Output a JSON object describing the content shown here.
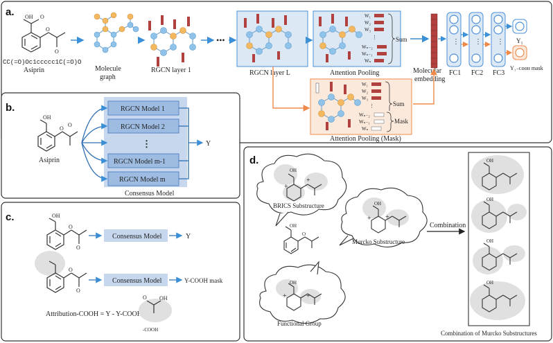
{
  "panel_a": {
    "label": "a.",
    "smiles": "CC(=O)Oc1ccccc1C(=O)O",
    "name": "Asiprin",
    "molecule_graph": [
      "Molecule",
      "graph"
    ],
    "rgcn_layer_1": "RGCN layer 1",
    "ellipsis": "•••",
    "rgcn_layer_l": "RGCN layer L",
    "attention_pooling": "Attention Pooling",
    "attention_pooling_mask": "Attention Pooling (Mask)",
    "sum": "Sum",
    "mask": "Mask",
    "weights_top": [
      "W₁",
      "W₂",
      "W₃",
      "Wₙ₋₂",
      "Wₙ₋₁",
      "Wₙ"
    ],
    "weights_bottom": [
      "W₁",
      "W₂",
      "W₃",
      "Wₙ₋₂",
      "Wₙ₋₁",
      "Wₙ"
    ],
    "molecular_embedding": [
      "Molecular",
      "embedding"
    ],
    "fc1": "FC1",
    "fc2": "FC2",
    "fc3": "FC3",
    "y1": "Y₁",
    "y_mask": "Y₁₋ᴄᴏᴏʜ mask"
  },
  "panel_b": {
    "label": "b.",
    "molecule_name": "Asiprin",
    "models": [
      "RGCN Model 1",
      "RGCN Model 2",
      "⋮",
      "RGCN Model m-1",
      "RGCN Model m"
    ],
    "output": "Y",
    "caption": "Consensus Model"
  },
  "panel_c": {
    "label": "c.",
    "consensus_1": "Consensus Model",
    "consensus_2": "Consensus Model",
    "y": "Y",
    "y_mask": "Y-COOH mask",
    "attribution": "Attribution-COOH = Y - Y-COOH mask",
    "cooh": "-COOH"
  },
  "panel_d": {
    "label": "d.",
    "brics": "BRICS Substructure",
    "murcko": "Murcko Substructure",
    "functional": "Functional Group",
    "combination": "Combination",
    "combination_caption": "Combination of Murcko Substructures"
  },
  "colors": {
    "blue_box": "#dde8f5",
    "blue_border": "#4a90d9",
    "orange_border": "#f08a4b",
    "orange_box": "#fbe9dc",
    "node_blue": "#8fc3ea",
    "node_orange": "#f4b860",
    "gray_highlight": "#e0e0e0",
    "bar_red": "#b0413e"
  }
}
